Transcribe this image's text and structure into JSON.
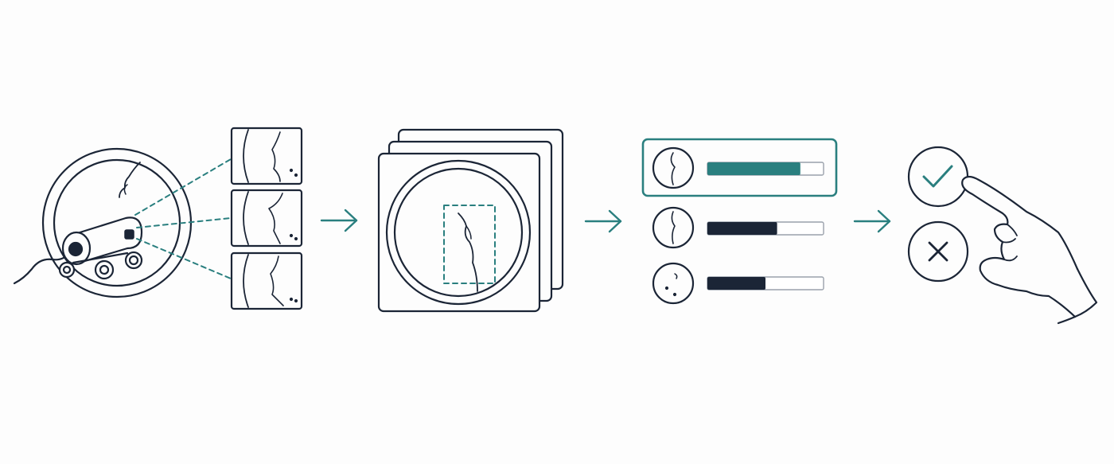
{
  "colors": {
    "background": "#fdfdfd",
    "ink": "#1b2536",
    "accent": "#2a7f7f",
    "bar_track": "#ffffff"
  },
  "stages": [
    {
      "name": "pipe-inspection-camera",
      "icon": "pipe-crawler-camera-icon"
    },
    {
      "name": "captured-frames",
      "icon": "image-frame-icon",
      "frame_count": 3
    },
    {
      "name": "crack-detection",
      "icon": "stacked-detection-icon"
    },
    {
      "name": "classification-ranking",
      "icon": "confidence-bar-icon"
    },
    {
      "name": "human-verification",
      "icon": "check-and-cross-icon"
    }
  ],
  "ranking": [
    {
      "id": "candidate-1",
      "confidence": 0.8,
      "highlighted": true
    },
    {
      "id": "candidate-2",
      "confidence": 0.6,
      "highlighted": false
    },
    {
      "id": "candidate-3",
      "confidence": 0.5,
      "highlighted": false
    }
  ],
  "decision_options": [
    {
      "id": "accept",
      "icon": "check-icon"
    },
    {
      "id": "reject",
      "icon": "cross-icon"
    }
  ]
}
